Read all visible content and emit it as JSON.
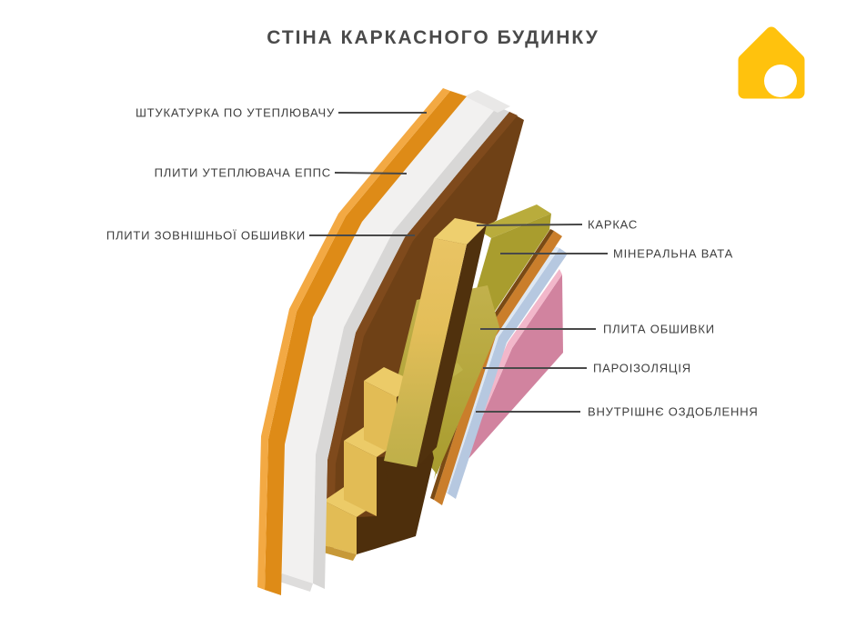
{
  "title": "СТІНА КАРКАСНОГО БУДИНКУ",
  "labels": {
    "left": [
      {
        "text": "ШТУКАТУРКА ПО УТЕПЛЮВАЧУ"
      },
      {
        "text": "ПЛИТИ УТЕПЛЮВАЧА ЕППС"
      },
      {
        "text": "ПЛИТИ ЗОВНІШНЬОЇ ОБШИВКИ"
      }
    ],
    "right": [
      {
        "text": "КАРКАС"
      },
      {
        "text": "МІНЕРАЛЬНА ВАТА"
      },
      {
        "text": "ПЛИТА ОБШИВКИ"
      },
      {
        "text": "ПАРОІЗОЛЯЦІЯ"
      },
      {
        "text": "ВНУТРІШНЄ ОЗДОБЛЕННЯ"
      }
    ]
  },
  "colors": {
    "plaster_light": "#F3A943",
    "plaster_main": "#DE8B17",
    "eps_front": "#F2F1F0",
    "eps_side": "#D8D7D6",
    "eps_top": "#E9E8E7",
    "eps_bottom": "#DEDDDC",
    "sheathing_main": "#6F4116",
    "sheathing_edge": "#7F4A1C",
    "cavity_shadow": "#4E2F0C",
    "stud_top": "#EECF6E",
    "stud_grad_1": "#E9C464",
    "stud_grad_2": "#E3BE59",
    "stud_grad_3": "#C8B34E",
    "stud_grad_4": "#BFAF49",
    "stud_side": "#50310D",
    "step_front": "#E2BC55",
    "step_top": "#ECCB68",
    "step_bottom": "#C79938",
    "wool_top": "#B9AC3C",
    "wool_main": "#A99D2E",
    "wool_light_strip": "#BFB34A",
    "olive_grad_1": "#C2B14C",
    "olive_grad_2": "#A89C2E",
    "plate_main": "#CA7E2B",
    "plate_edge": "#7A4A14",
    "vapor_main": "#B6C8E0",
    "vapor_light": "#DEE8F3",
    "finish_main": "#D1839F",
    "finish_light": "#F2B7CA",
    "line": "#494949",
    "label_text": "#3E3E3E",
    "title_text": "#4A4A4A",
    "logo_yellow": "#FFC20D",
    "logo_circle": "#FFFFFF"
  },
  "logo": {
    "name": "house-logo"
  }
}
